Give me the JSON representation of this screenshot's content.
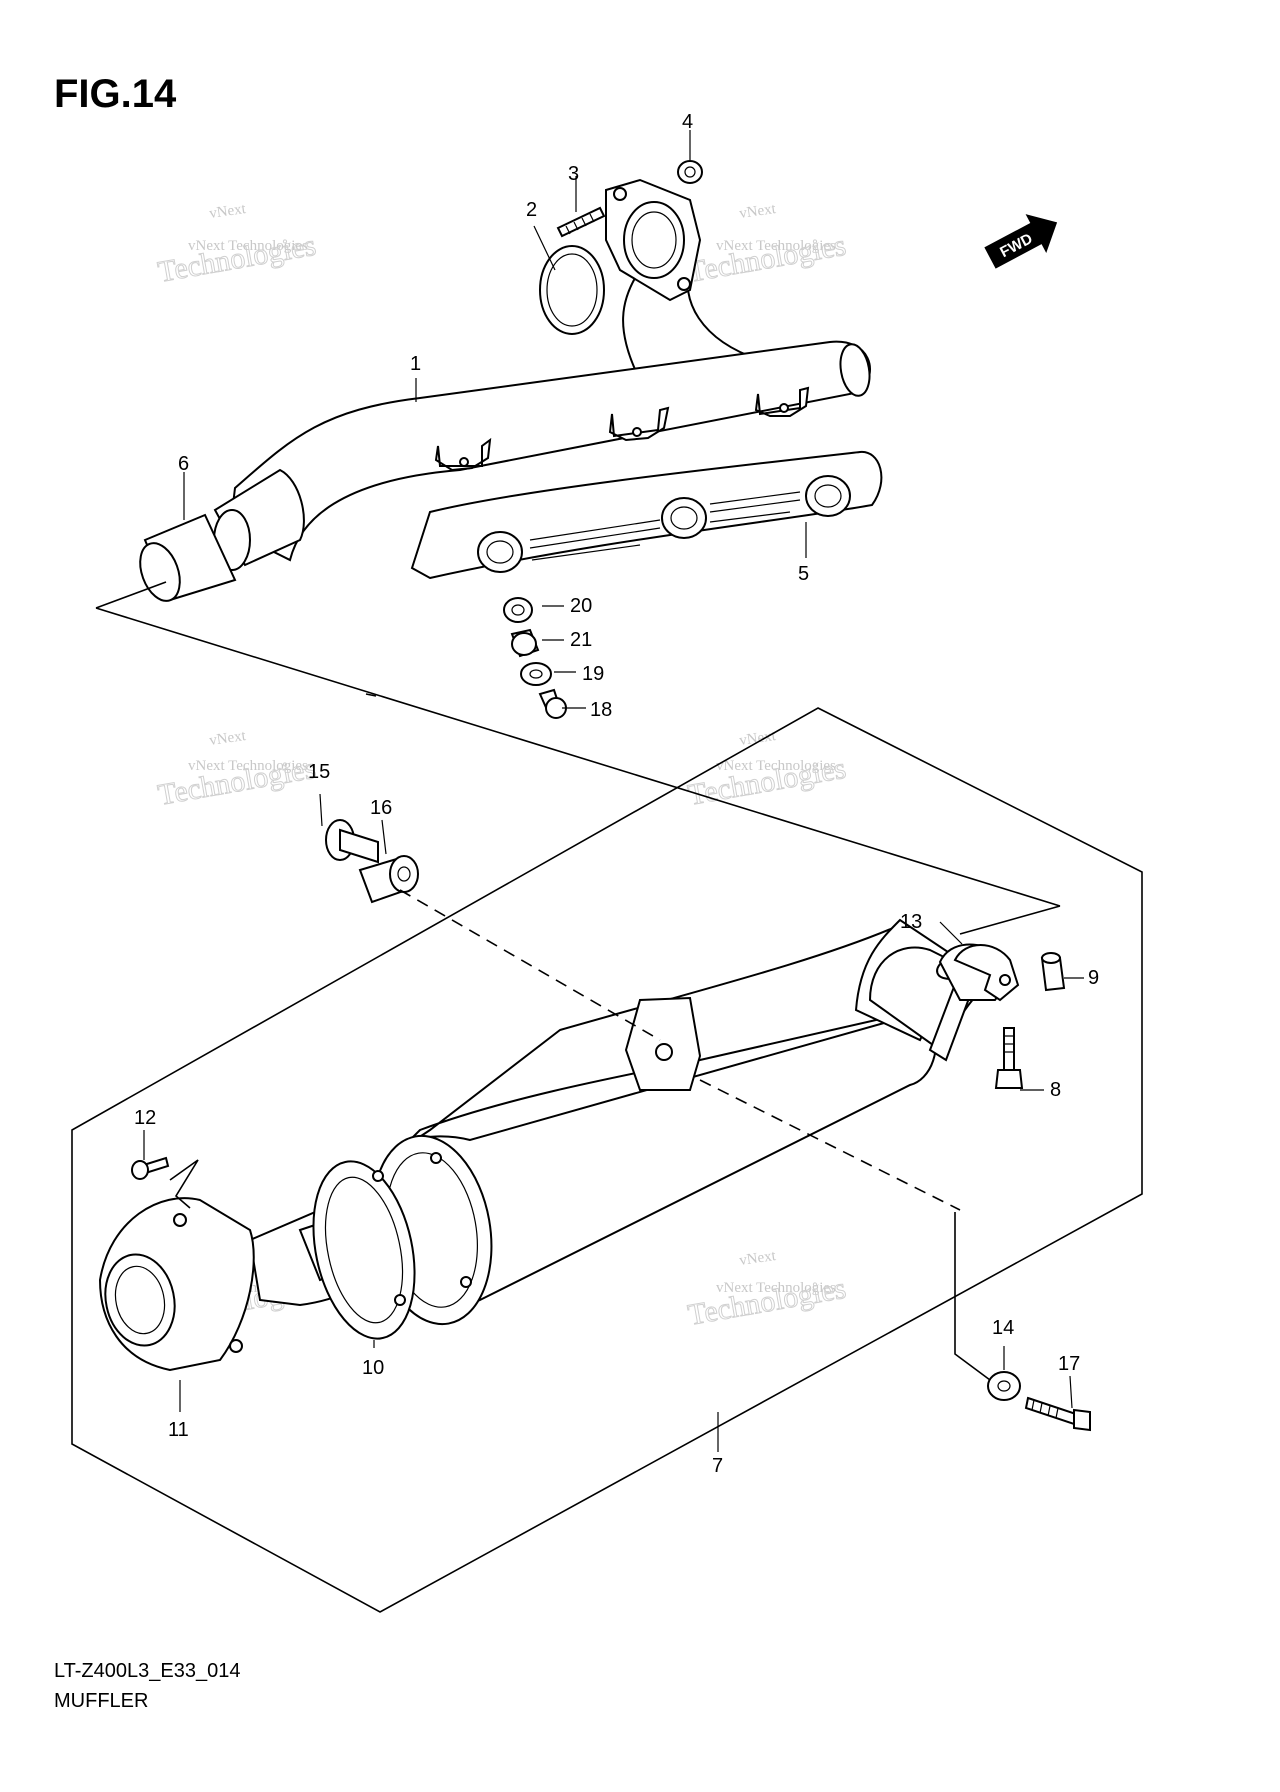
{
  "figure": {
    "title": "FIG.14",
    "diagram_code": "LT-Z400L3_E33_014",
    "diagram_name": "MUFFLER",
    "fwd_label": "FWD"
  },
  "watermark": {
    "line1": "vNext Technologies",
    "line2": "Technologies",
    "line3": "vNext"
  },
  "callouts": [
    "1",
    "2",
    "3",
    "4",
    "5",
    "6",
    "7",
    "8",
    "9",
    "10",
    "11",
    "12",
    "13",
    "14",
    "15",
    "16",
    "17",
    "18",
    "19",
    "20",
    "21"
  ],
  "colors": {
    "ink": "#000000",
    "watermark": "#c8c8c8",
    "background": "#ffffff"
  }
}
